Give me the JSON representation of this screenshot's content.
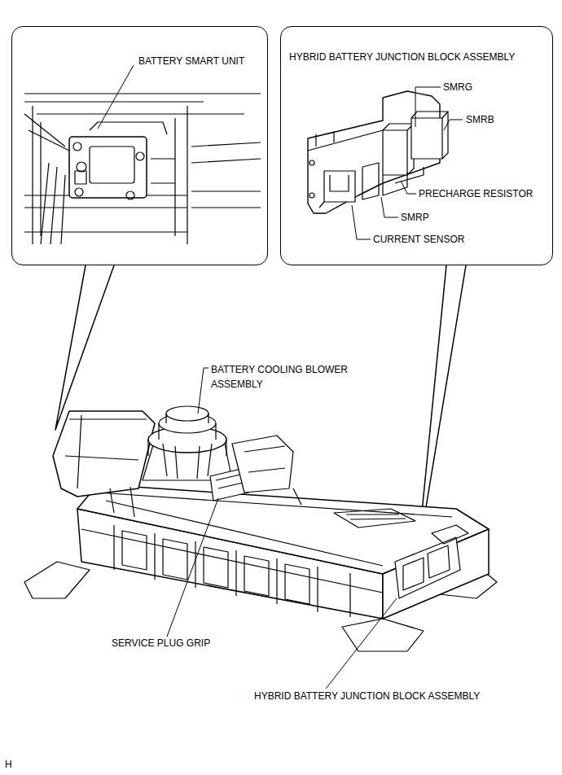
{
  "diagram": {
    "nodes": [
      {
        "text": [
          "BATTERY SMART UNIT"
        ]
      },
      {
        "text": [
          "HYBRID BATTERY JUNCTION BLOCK ASSEMBLY"
        ]
      }
    ],
    "labels": [
      "SMRG",
      "SMRB",
      "PRECHARGE RESISTOR",
      "SMRP",
      "CURRENT SENSOR",
      "BATTERY COOLING BLOWER ASSEMBLY",
      "SERVICE PLUG GRIP",
      "HYBRID BATTERY JUNCTION BLOCK ASSEMBLY",
      "H"
    ]
  }
}
